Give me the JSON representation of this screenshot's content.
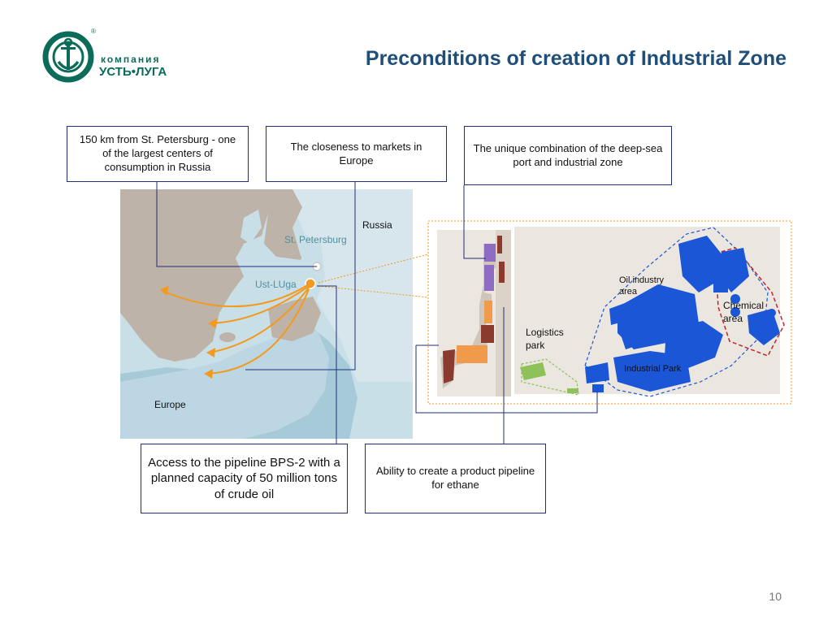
{
  "slide": {
    "title": "Preconditions of creation of Industrial Zone",
    "page_number": "10"
  },
  "logo": {
    "line1": "компания",
    "line2": "УСТЬ•ЛУГА",
    "registered": "®"
  },
  "boxes": {
    "distance": "150 km from St. Petersburg - one of the largest centers of consumption in Russia",
    "markets": "The closeness to markets in Europe",
    "combination": "The unique combination of the deep-sea port and industrial zone",
    "pipeline": "Access to the pipeline BPS-2 with a planned capacity of 50 million tons of crude oil",
    "ethane": "Ability to create a product pipeline for ethane"
  },
  "map_labels": {
    "russia": "Russia",
    "st_petersburg": "St. Petersburg",
    "ust_luga": "Ust-LUga",
    "europe": "Europe"
  },
  "zone_labels": {
    "oil": "Oil industry area",
    "chemical": "Chemical area",
    "logistics": "Logistics park",
    "industrial": "Industrial Park"
  },
  "colors": {
    "title": "#1f4e79",
    "box_border": "#1f2d7a",
    "sea": "#c9dfe8",
    "land": "#bdb3a8",
    "arrow": "#f39a1e",
    "zone_blue": "#1a56d6",
    "logistics_green": "#8fc15a",
    "chemical_border": "#c0272d"
  }
}
